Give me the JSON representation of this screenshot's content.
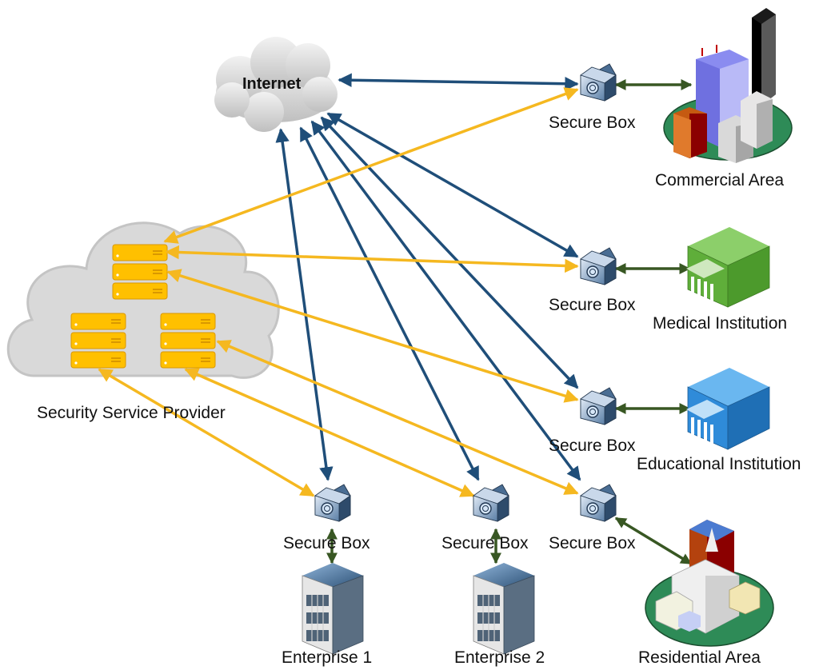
{
  "diagram": {
    "internet_label": "Internet",
    "provider_label": "Security Service Provider",
    "secure_box_label": "Secure Box",
    "sites": {
      "commercial": "Commercial Area",
      "medical": "Medical Institution",
      "educational": "Educational Institution",
      "residential": "Residential Area",
      "enterprise1": "Enterprise 1",
      "enterprise2": "Enterprise 2"
    },
    "colors": {
      "internet_link": "#1f4e79",
      "provider_link": "#f5b820",
      "local_link": "#385723",
      "server": "#ffc000"
    }
  }
}
